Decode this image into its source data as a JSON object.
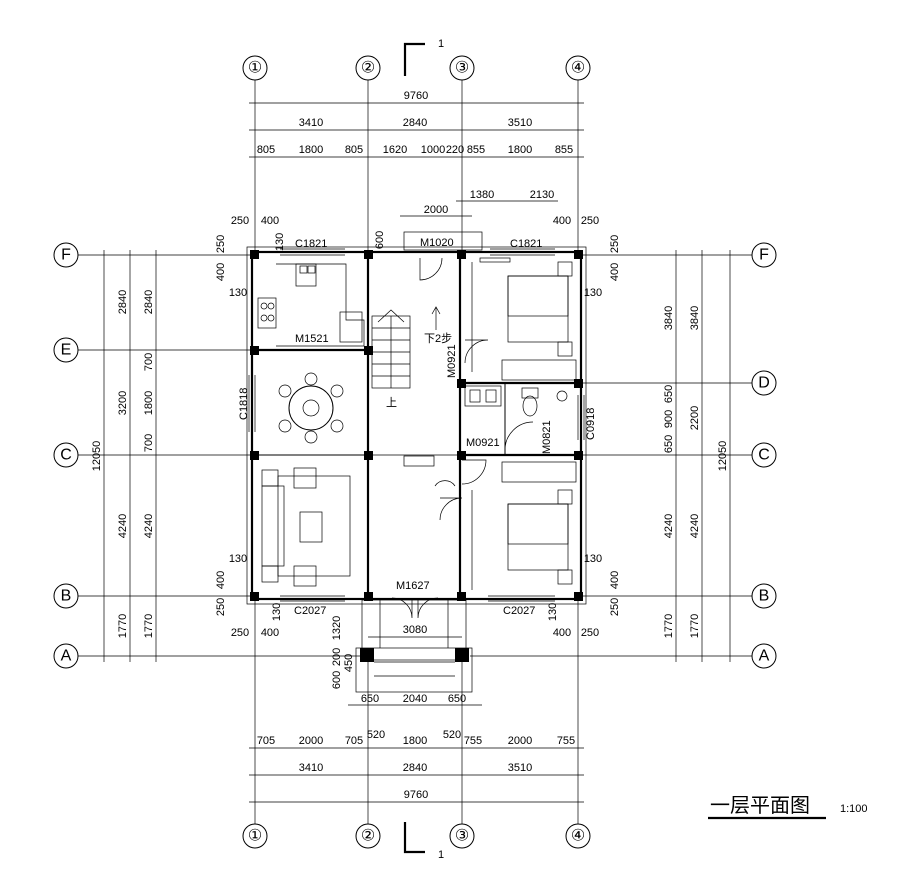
{
  "drawing": {
    "title": "一层平面图",
    "scale": "1:100",
    "section_mark": "1"
  },
  "axes": {
    "vertical": [
      "①",
      "②",
      "③",
      "④"
    ],
    "horizontal": [
      "F",
      "E",
      "D",
      "C",
      "B",
      "A"
    ]
  },
  "dims": {
    "top_total": "9760",
    "top_bays": [
      "3410",
      "2840",
      "3510"
    ],
    "top_detail": [
      "805",
      "1800",
      "805",
      "1620",
      "1000",
      "220",
      "855",
      "1800",
      "855"
    ],
    "top_sub": [
      "1380",
      "2130"
    ],
    "top_door": "2000",
    "top_corner": [
      "250",
      "400",
      "400",
      "250"
    ],
    "bottom_detail": [
      "705",
      "2000",
      "705",
      "520",
      "1800",
      "520",
      "755",
      "2000",
      "755"
    ],
    "bottom_bays": [
      "3410",
      "2840",
      "3510"
    ],
    "bottom_total": "9760",
    "bottom_corner": [
      "250",
      "400",
      "400",
      "250"
    ],
    "steps": [
      "650",
      "2040",
      "650"
    ],
    "porch_width": "3080",
    "porch_depths": [
      "1320",
      "200",
      "600",
      "450"
    ],
    "left_total": "12050",
    "left_outer": [
      "2840",
      "3200",
      "4240",
      "1770"
    ],
    "left_inner": [
      "2840",
      "700",
      "1800",
      "700",
      "4240",
      "1770"
    ],
    "left_small": [
      "250",
      "400",
      "130",
      "130",
      "400",
      "250",
      "130"
    ],
    "right_total": "12050",
    "right_outer": [
      "3840",
      "2200",
      "4240",
      "1770"
    ],
    "right_inner": [
      "3840",
      "650",
      "900",
      "650",
      "4240",
      "1770"
    ],
    "right_small": [
      "250",
      "400",
      "130",
      "130",
      "400",
      "250",
      "130"
    ],
    "misc": [
      "600",
      "130"
    ]
  },
  "labels": {
    "c1821_left": "C1821",
    "c1821_right": "C1821",
    "m1020": "M1020",
    "m1521": "M1521",
    "m0921_a": "M0921",
    "m0921_b": "M0921",
    "m0821": "M0821",
    "c0918": "C0918",
    "c1818": "C1818",
    "m1627": "M1627",
    "c2027_left": "C2027",
    "c2027_right": "C2027",
    "down2": "下2步",
    "up": "上"
  }
}
